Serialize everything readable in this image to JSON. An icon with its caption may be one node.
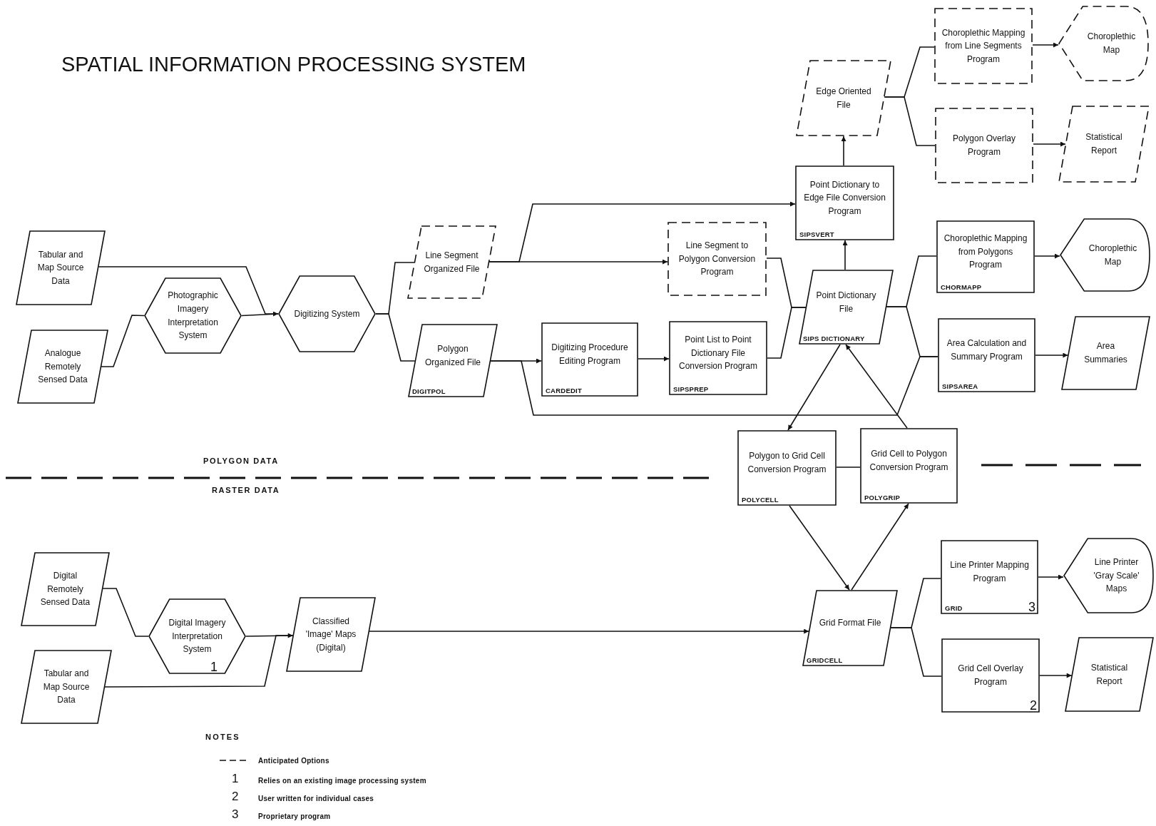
{
  "diagram": {
    "title": "SPATIAL INFORMATION PROCESSING SYSTEM",
    "nodes": [
      {
        "text": [
          "Tabular and Map Source Data"
        ]
      },
      {
        "text": [
          "Analogue Remotely Sensed Data"
        ]
      },
      {
        "text": [
          "Photographic Imagery Interpretation System"
        ]
      },
      {
        "text": [
          "Digitizing System"
        ]
      },
      {
        "text": [
          "Line Segment Organized File"
        ]
      },
      {
        "text": [
          "Polygon Organized File",
          "DIGITPOL"
        ]
      },
      {
        "text": [
          "Digitizing Procedure Editing Program",
          "CARDEDIT"
        ]
      },
      {
        "text": [
          "Point List to Point Dictionary File Conversion Program",
          "SIPSPREP"
        ]
      },
      {
        "text": [
          "Line Segment to Polygon Conversion Program"
        ]
      },
      {
        "text": [
          "Point Dictionary to Edge File Conversion Program",
          "SIPSVERT"
        ]
      },
      {
        "text": [
          "Edge Oriented File"
        ]
      },
      {
        "text": [
          "Point Dictionary File",
          "SIPS DICTIONARY"
        ]
      },
      {
        "text": [
          "Choroplethic Mapping from Line Segments Program"
        ]
      },
      {
        "text": [
          "Choroplethic Map"
        ]
      },
      {
        "text": [
          "Polygon Overlay Program"
        ]
      },
      {
        "text": [
          "Statistical Report"
        ]
      },
      {
        "text": [
          "Choroplethic Mapping from Polygons Program",
          "CHORMAPP"
        ]
      },
      {
        "text": [
          "Choroplethic Map"
        ]
      },
      {
        "text": [
          "Area Calculation and Summary Program",
          "SIPSAREA"
        ]
      },
      {
        "text": [
          "Area Summaries"
        ]
      },
      {
        "text": [
          "Polygon to Grid Cell Conversion Program",
          "POLYCELL"
        ]
      },
      {
        "text": [
          "Grid Cell to Polygon Conversion Program",
          "POLYGRIP"
        ]
      },
      {
        "text": [
          "Digital Remotely Sensed Data"
        ]
      },
      {
        "text": [
          "Digital Imagery Interpretation System",
          "1"
        ]
      },
      {
        "text": [
          "Tabular and Map Source Data"
        ]
      },
      {
        "text": [
          "Classified 'Image' Maps (Digital)"
        ]
      },
      {
        "text": [
          "Grid Format File",
          "GRIDCELL"
        ]
      },
      {
        "text": [
          "Line Printer Mapping Program",
          "GRID",
          "3"
        ]
      },
      {
        "text": [
          "Line Printer 'Gray Scale' Maps"
        ]
      },
      {
        "text": [
          "Grid Cell Overlay Program",
          "2"
        ]
      },
      {
        "text": [
          "Statistical Report"
        ]
      }
    ],
    "edges": [
      {
        "from": 0,
        "to": 3,
        "arrow": "to"
      },
      {
        "from": 1,
        "to": 2,
        "arrow": "none"
      },
      {
        "from": 2,
        "to": 3,
        "arrow": "none"
      },
      {
        "from": 3,
        "to": 4,
        "arrow": "none"
      },
      {
        "from": 3,
        "to": 5,
        "arrow": "none"
      },
      {
        "from": 4,
        "to": 8,
        "arrow": "to"
      },
      {
        "from": 4,
        "to": 9,
        "arrow": "to"
      },
      {
        "from": 5,
        "to": 6,
        "arrow": "to"
      },
      {
        "from": 5,
        "to": 18,
        "arrow": "none"
      },
      {
        "from": 6,
        "to": 7,
        "arrow": "to"
      },
      {
        "from": 8,
        "to": 11,
        "arrow": "none"
      },
      {
        "from": 7,
        "to": 11,
        "arrow": "none"
      },
      {
        "from": 11,
        "to": 9,
        "arrow": "to"
      },
      {
        "from": 9,
        "to": 10,
        "arrow": "to"
      },
      {
        "from": 10,
        "to": 12,
        "arrow": "none"
      },
      {
        "from": 10,
        "to": 14,
        "arrow": "none"
      },
      {
        "from": 12,
        "to": 13,
        "arrow": "to"
      },
      {
        "from": 14,
        "to": 15,
        "arrow": "to"
      },
      {
        "from": 11,
        "to": 16,
        "arrow": "none"
      },
      {
        "from": 11,
        "to": 18,
        "arrow": "none"
      },
      {
        "from": 16,
        "to": 17,
        "arrow": "to"
      },
      {
        "from": 18,
        "to": 19,
        "arrow": "to"
      },
      {
        "from": 11,
        "to": 20,
        "arrow": "to"
      },
      {
        "from": 21,
        "to": 11,
        "arrow": "to"
      },
      {
        "from": 20,
        "to": 21,
        "arrow": "none"
      },
      {
        "from": 20,
        "to": 26,
        "arrow": "to"
      },
      {
        "from": 26,
        "to": 21,
        "arrow": "to"
      },
      {
        "from": 22,
        "to": 23,
        "arrow": "none"
      },
      {
        "from": 23,
        "to": 25,
        "arrow": "none"
      },
      {
        "from": 24,
        "to": 25,
        "arrow": "to"
      },
      {
        "from": 25,
        "to": 26,
        "arrow": "to"
      },
      {
        "from": 26,
        "to": 27,
        "arrow": "none"
      },
      {
        "from": 26,
        "to": 29,
        "arrow": "none"
      },
      {
        "from": 27,
        "to": 28,
        "arrow": "to"
      },
      {
        "from": 29,
        "to": 30,
        "arrow": "to"
      }
    ],
    "labels": [
      "POLYGON DATA",
      "RASTER DATA",
      "NOTES",
      "1",
      "Relies on an existing image processing system",
      "2",
      "User written for individual cases",
      "3",
      "Proprietary program"
    ],
    "legend": [
      {
        "text": "Anticipated Options"
      }
    ]
  }
}
